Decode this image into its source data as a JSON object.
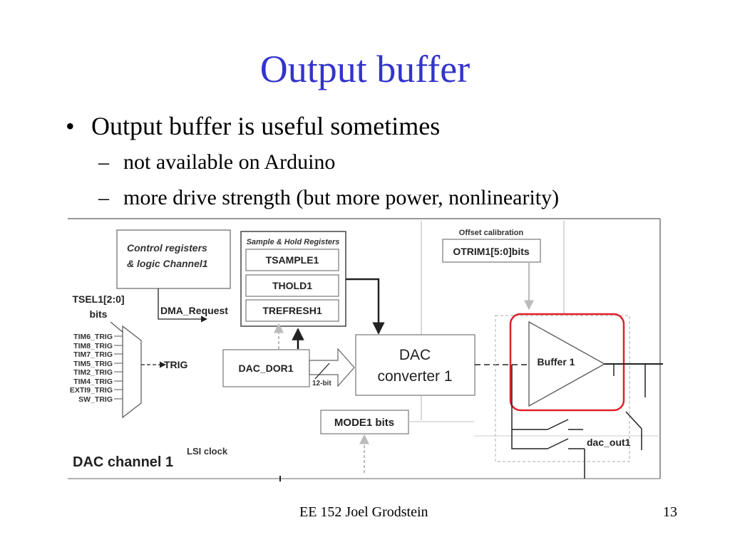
{
  "slide": {
    "title": "Output buffer",
    "bullet_1": "Output buffer is useful sometimes",
    "sub_1": "not available on Arduino",
    "sub_2": "more drive strength (but more power, nonlinearity)",
    "footer_center": "EE 152 Joel Grodstein",
    "page_number": "13"
  },
  "diagram": {
    "control_l1": "Control  registers",
    "control_l2": "& logic  Channel1",
    "sample_hold_title": "Sample & Hold Registers",
    "tsample": "TSAMPLE1",
    "thold": "THOLD1",
    "trefresh": "TREFRESH1",
    "offset_cal": "Offset calibration",
    "otrim": "OTRIM1[5:0]bits",
    "tsel_1": "TSEL1[2:0]",
    "tsel_2": "bits",
    "dma_request": "DMA_Request",
    "triggers": [
      "TIM6_TRIG",
      "TIM8_TRIG",
      "TIM7_TRIG",
      "TIM5_TRIG",
      "TIM2_TRIG",
      "TIM4_TRIG",
      "EXTI9_TRIG",
      "SW_TRIG"
    ],
    "trig": "TRIG",
    "dac_dor": "DAC_DOR1",
    "bit12": "12-bit",
    "dac_l1": "DAC",
    "dac_l2": "converter 1",
    "buffer": "Buffer 1",
    "mode": "MODE1 bits",
    "dac_out": "dac_out1",
    "lsi": "LSI clock",
    "channel": "DAC channel 1",
    "highlight_color": "#e0202a"
  }
}
